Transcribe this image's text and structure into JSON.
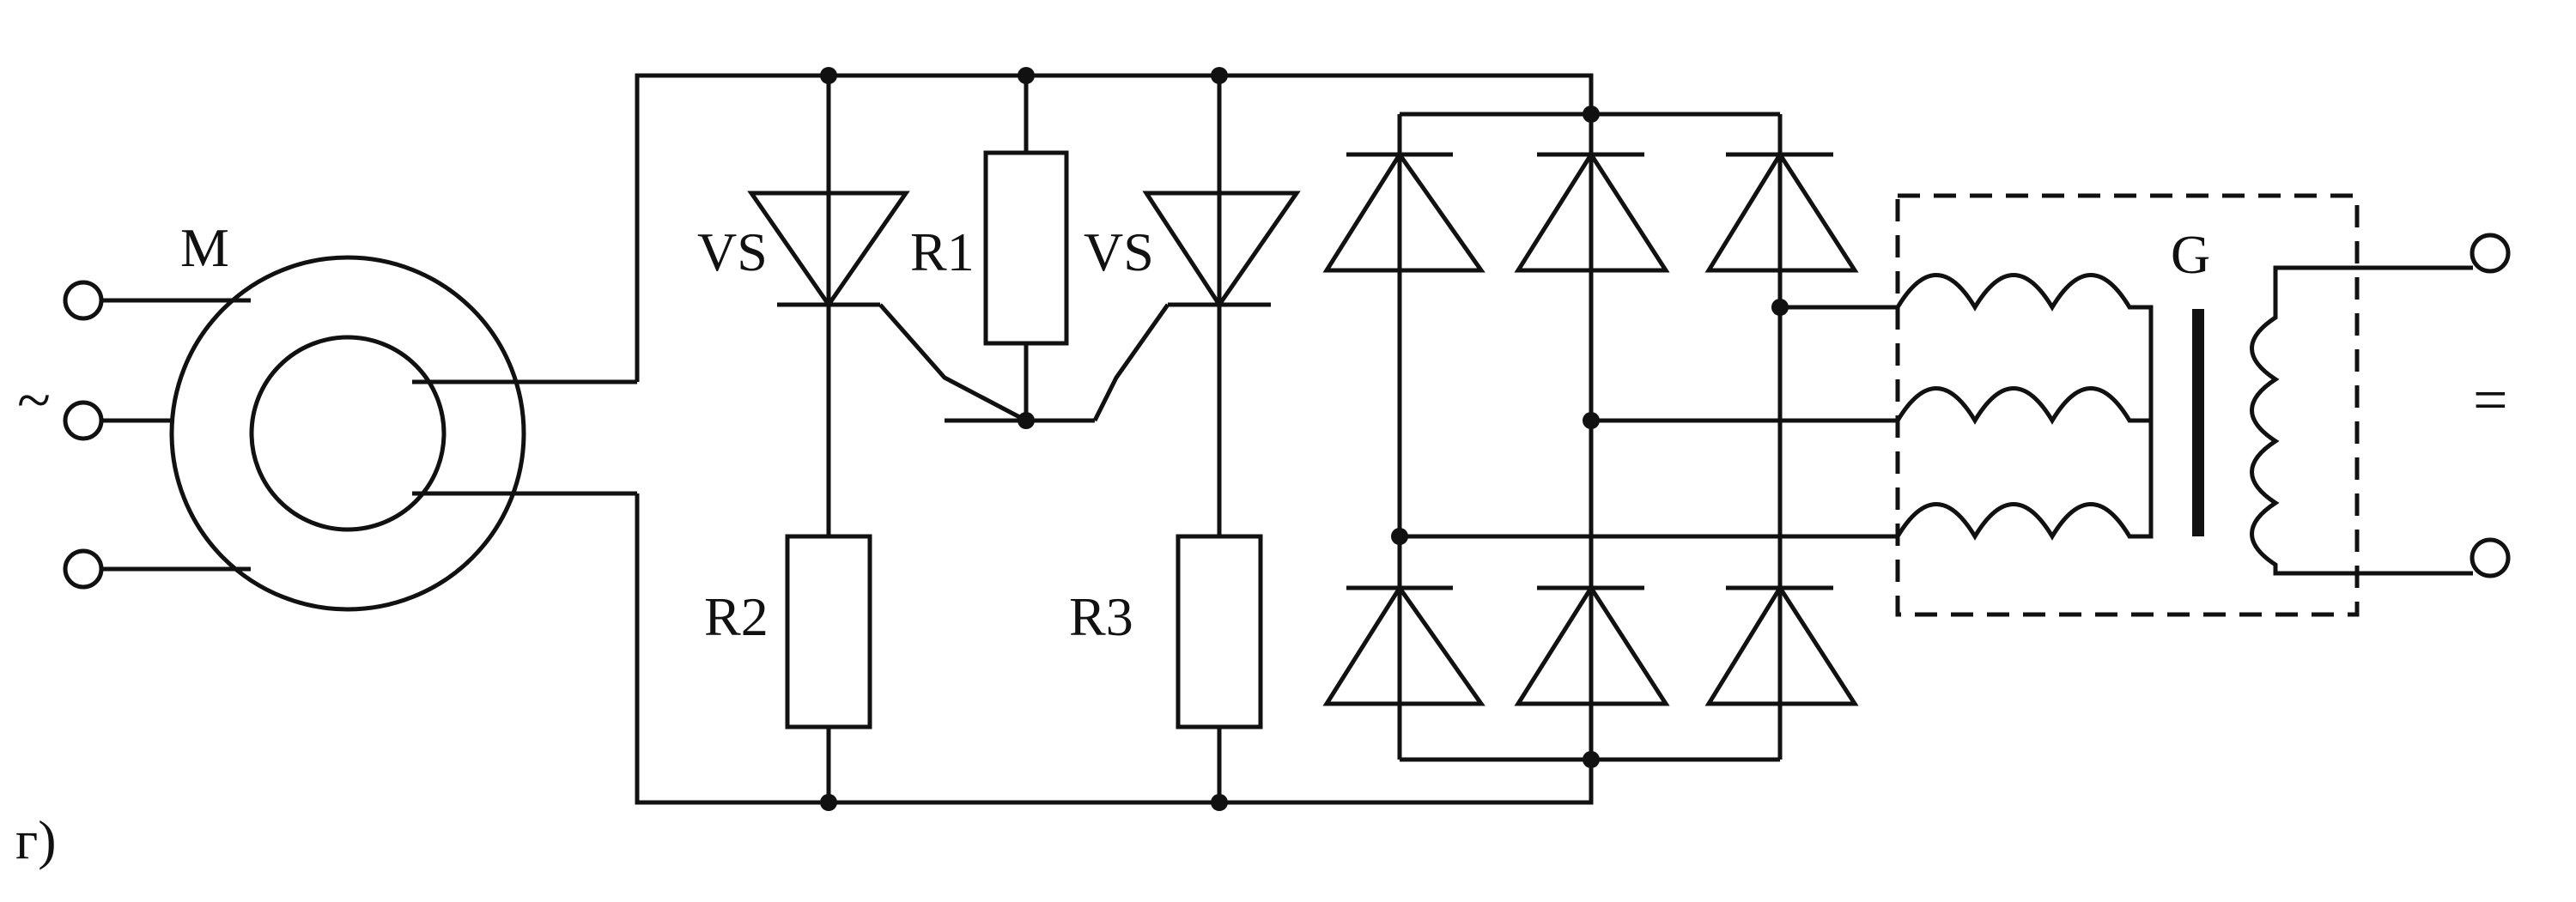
{
  "figure": {
    "panel_label": "г)",
    "labels": {
      "motor": "M",
      "ac_symbol": "~",
      "thyristor_1": "VS",
      "thyristor_2": "VS",
      "resistor_1": "R1",
      "resistor_2": "R2",
      "resistor_3": "R3",
      "generator": "G",
      "dc_symbol": "="
    }
  }
}
